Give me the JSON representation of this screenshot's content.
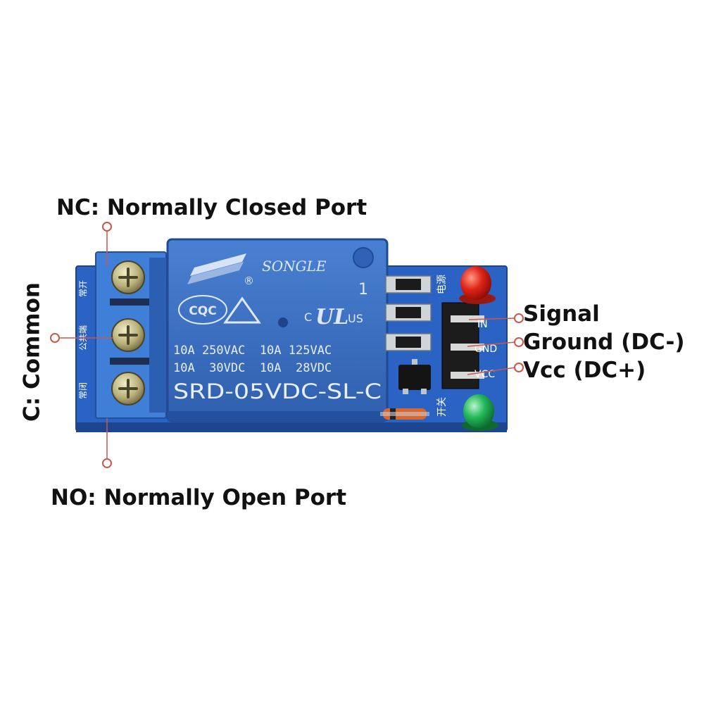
{
  "callouts": {
    "nc": "NC: Normally Closed Port",
    "no": "NO: Normally Open Port",
    "c": "C: Common",
    "signal": "Signal",
    "ground": "Ground (DC-)",
    "vcc": "Vcc (DC+)"
  },
  "relay": {
    "brand": "SONGLE",
    "registered": "®",
    "cert_left": "CQC",
    "ul_c": "C",
    "ul_mark": "UL",
    "ul_us": "US",
    "ul_one": "1",
    "rating_line1": "10A 250VAC  10A 125VAC",
    "rating_line2": "10A  30VDC  10A  28VDC",
    "model": "SRD-05VDC-SL-C"
  },
  "pins": {
    "in": "IN",
    "gnd": "GND",
    "vcc": "VCC"
  },
  "board_text": {
    "terminal_top": "常开",
    "terminal_mid": "公共端",
    "terminal_bot": "常闭",
    "power": "电源",
    "switch": "开关"
  },
  "colors": {
    "board": "#2a63c4",
    "relay_body": "#3d72c6",
    "terminal_block": "#3f7fd8",
    "callout_line": "#c9584a",
    "power_led": "#e02418",
    "status_led": "#22b85a"
  }
}
